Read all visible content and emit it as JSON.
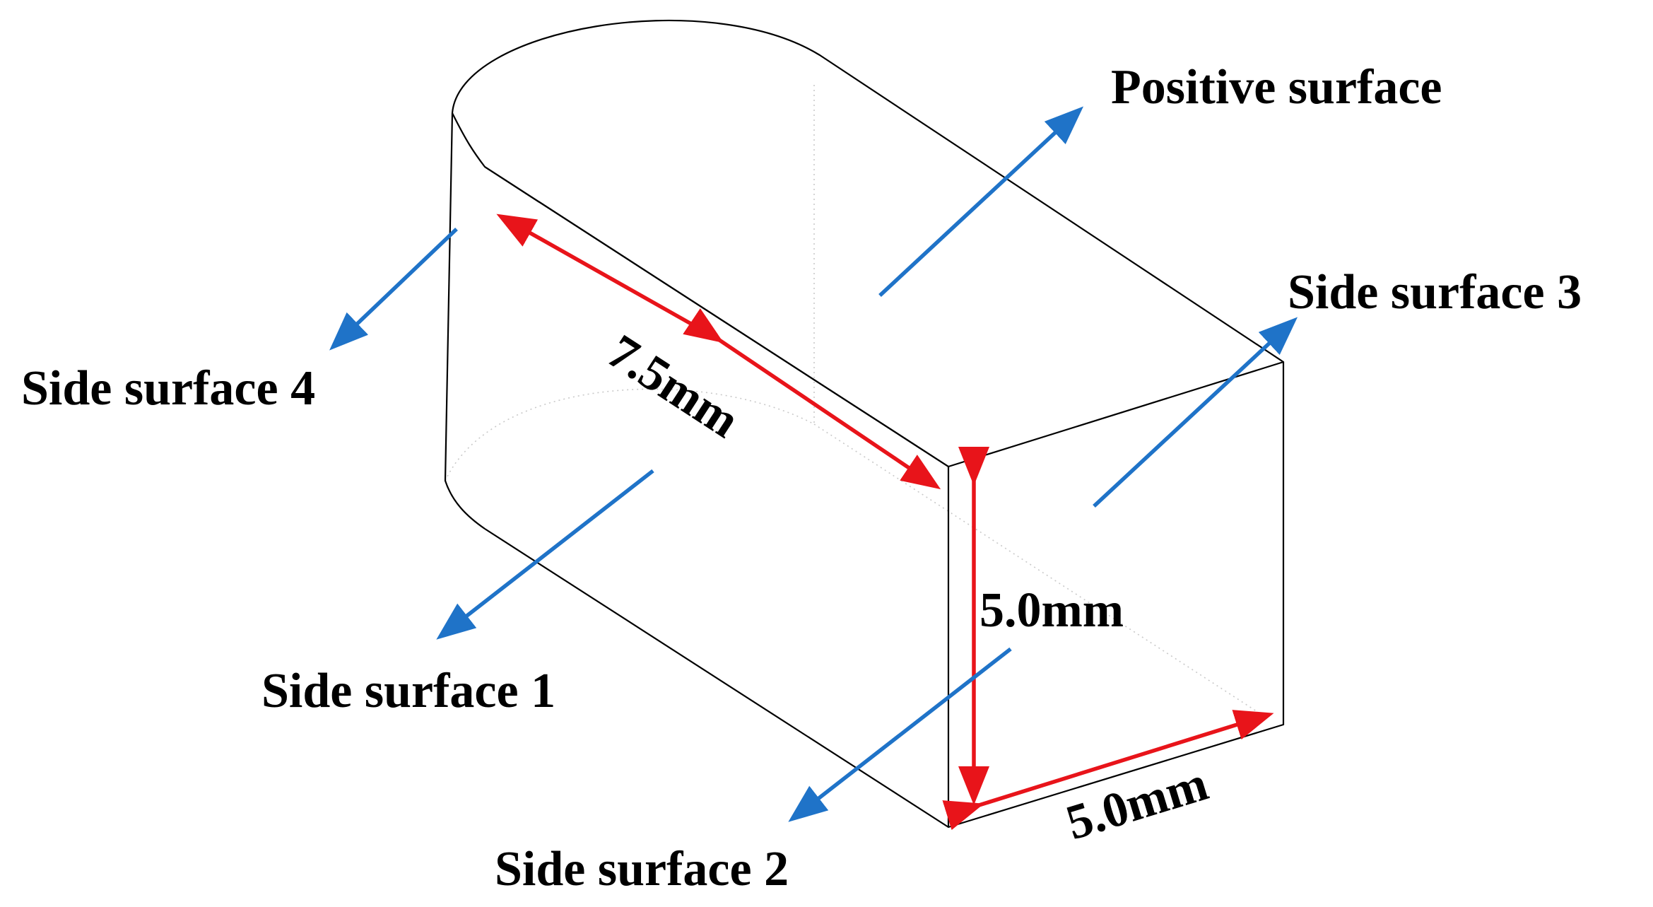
{
  "labels": {
    "positive_surface": "Positive surface",
    "side_surface_1": "Side surface 1",
    "side_surface_2": "Side surface 2",
    "side_surface_3": "Side surface 3",
    "side_surface_4": "Side surface 4"
  },
  "dimensions": {
    "length": "7.5mm",
    "height": "5.0mm",
    "width": "5.0mm"
  },
  "colors": {
    "outline": "#000000",
    "normal_arrow": "#1f73c8",
    "dimension_arrow": "#e8141a",
    "hidden_edge": "#c9c9c9"
  }
}
